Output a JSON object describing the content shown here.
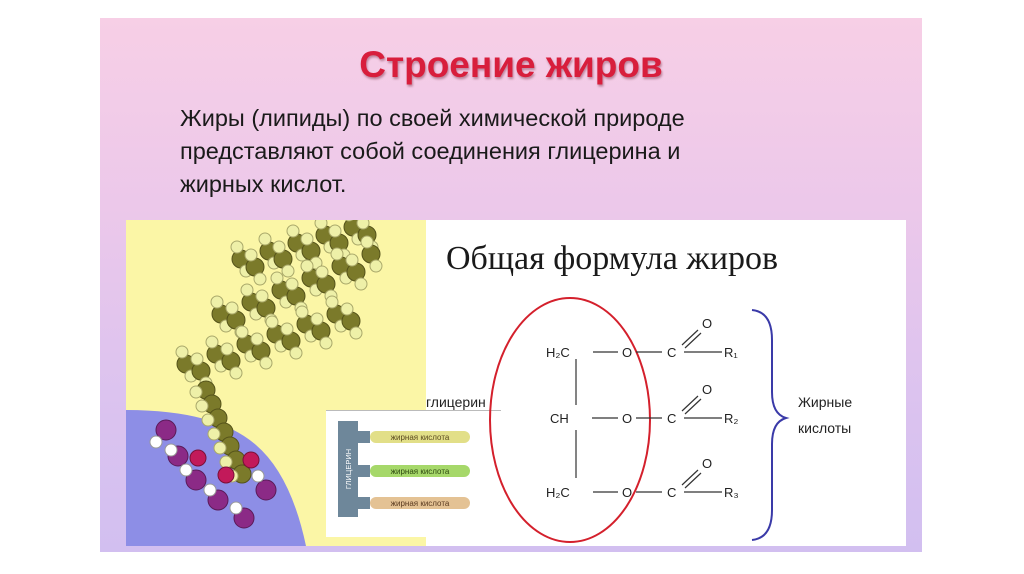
{
  "title": "Строение жиров",
  "subtitle_lines": [
    "Жиры (липиды) по своей химической природе",
    "представляют собой соединения глицерина и",
    "жирных кислот."
  ],
  "formula": {
    "heading": "Общая формула жиров",
    "glycerol_label": "глицерин",
    "fatty_acids_label_line1": "Жирные",
    "fatty_acids_label_line2": "кислоты",
    "rows": [
      {
        "left": "H₂C",
        "o1": "O",
        "c": "C",
        "o2": "O",
        "r": "R₁"
      },
      {
        "left": "CH",
        "o1": "O",
        "c": "C",
        "o2": "O",
        "r": "R₂"
      },
      {
        "left": "H₂C",
        "o1": "O",
        "c": "C",
        "o2": "O",
        "r": "R₃"
      }
    ]
  },
  "inset": {
    "backbone_label": "ГЛИЦЕРИН",
    "chains": [
      "жирная кислота",
      "жирная кислота",
      "жирная кислота"
    ],
    "chain_colors": [
      "#e2df88",
      "#a6d86a",
      "#e4c294"
    ]
  }
}
